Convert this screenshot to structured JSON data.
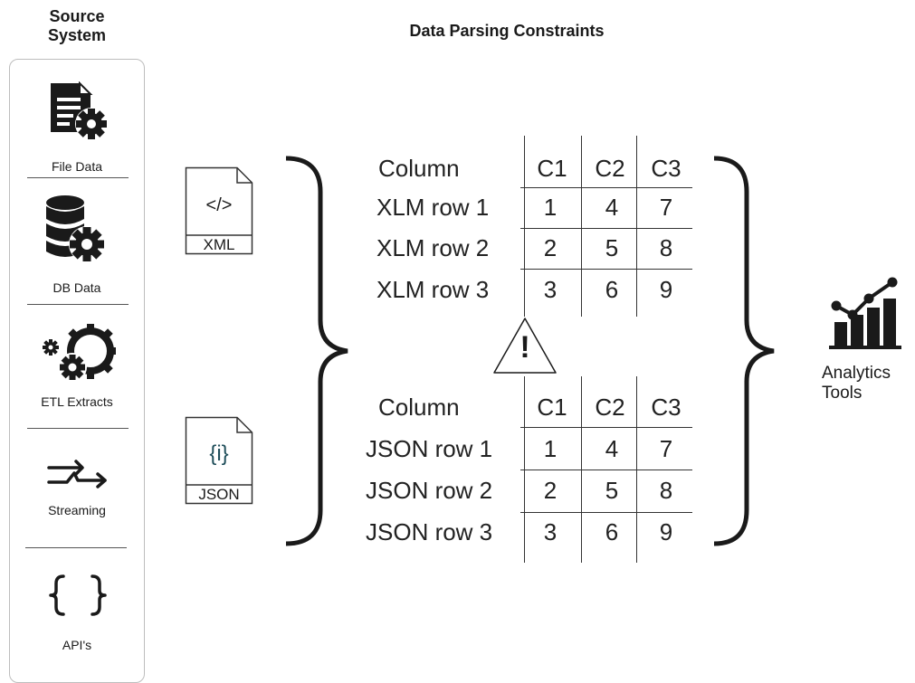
{
  "source_heading": [
    "Source",
    "System"
  ],
  "title": "Data Parsing Constraints",
  "sources": [
    {
      "label": "File Data",
      "icon": "file-settings-icon"
    },
    {
      "label": "DB Data",
      "icon": "database-settings-icon"
    },
    {
      "label": "ETL Extracts",
      "icon": "gears-icon"
    },
    {
      "label": "Streaming",
      "icon": "streaming-arrows-icon"
    },
    {
      "label": "API's",
      "icon": "curly-braces-icon"
    }
  ],
  "files": [
    {
      "symbol": "</>",
      "label": "XML",
      "icon": "xml-file-icon"
    },
    {
      "symbol": "{i}",
      "label": "JSON",
      "icon": "json-file-icon"
    }
  ],
  "xml_table": {
    "header": [
      "Column",
      "C1",
      "C2",
      "C3"
    ],
    "rows": [
      [
        "XLM row 1",
        "1",
        "4",
        "7"
      ],
      [
        "XLM row 2",
        "2",
        "5",
        "8"
      ],
      [
        "XLM row 3",
        "3",
        "6",
        "9"
      ]
    ]
  },
  "json_table": {
    "header": [
      "Column",
      "C1",
      "C2",
      "C3"
    ],
    "rows": [
      [
        "JSON row 1",
        "1",
        "4",
        "7"
      ],
      [
        "JSON row 2",
        "2",
        "5",
        "8"
      ],
      [
        "JSON row 3",
        "3",
        "6",
        "9"
      ]
    ]
  },
  "warning_symbol": "!",
  "target": {
    "label": [
      "Analytics",
      "Tools"
    ],
    "icon": "analytics-chart-icon"
  }
}
